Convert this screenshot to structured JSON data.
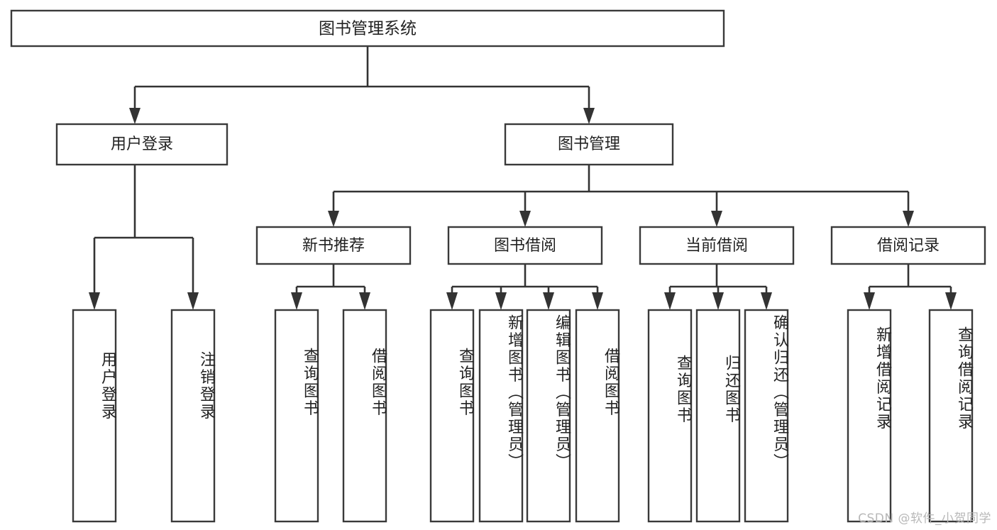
{
  "diagram": {
    "type": "tree-hierarchy",
    "title": "图书管理系统",
    "orientation": "top-down",
    "watermark": "CSDN @软件_小贺同学",
    "colors": {
      "box_stroke": "#3a3a3a",
      "box_fill": "#ffffff",
      "connector": "#333333",
      "text": "#222222",
      "watermark": "#b8b8b8",
      "background": "#ffffff"
    },
    "levels": {
      "root": {
        "label": "图书管理系统"
      },
      "level2": [
        {
          "label": "用户登录"
        },
        {
          "label": "图书管理"
        }
      ],
      "level3": [
        {
          "label": "新书推荐"
        },
        {
          "label": "图书借阅"
        },
        {
          "label": "当前借阅"
        },
        {
          "label": "借阅记录"
        }
      ],
      "level4": [
        {
          "label": "用户登录",
          "parent": "用户登录"
        },
        {
          "label": "注销登录",
          "parent": "用户登录"
        },
        {
          "label": "查询图书",
          "parent": "新书推荐"
        },
        {
          "label": "借阅图书",
          "parent": "新书推荐"
        },
        {
          "label": "查询图书",
          "parent": "图书借阅"
        },
        {
          "label": "新增图书（管理员）",
          "parent": "图书借阅"
        },
        {
          "label": "编辑图书（管理员）",
          "parent": "图书借阅"
        },
        {
          "label": "借阅图书",
          "parent": "图书借阅"
        },
        {
          "label": "查询图书",
          "parent": "当前借阅"
        },
        {
          "label": "归还图书",
          "parent": "当前借阅"
        },
        {
          "label": "确认归还（管理员）",
          "parent": "当前借阅"
        },
        {
          "label": "新增借阅记录",
          "parent": "借阅记录"
        },
        {
          "label": "查询借阅记录",
          "parent": "借阅记录"
        }
      ]
    }
  }
}
